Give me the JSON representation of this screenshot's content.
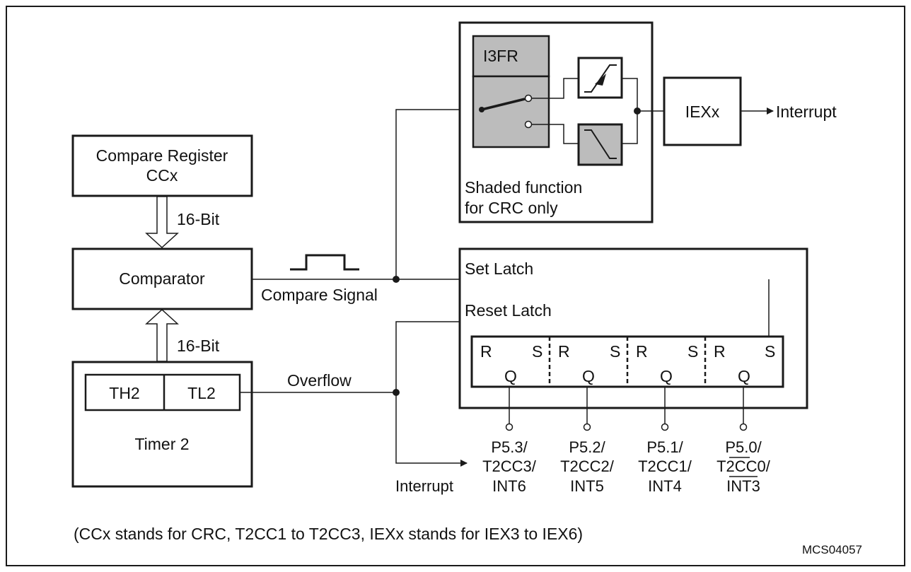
{
  "colors": {
    "shade": "#bcbcbc",
    "stroke": "#1a1a1a",
    "background": "#ffffff"
  },
  "blocks": {
    "compare_register": [
      "Compare Register",
      "CCx"
    ],
    "comparator": "Comparator",
    "timer2": {
      "th2": "TH2",
      "tl2": "TL2",
      "label": "Timer 2"
    },
    "i3fr": "I3FR",
    "shaded_note": [
      "Shaded function",
      "for CRC only"
    ],
    "iexx": "IEXx"
  },
  "signals": {
    "bus_top": "16-Bit",
    "bus_bottom": "16-Bit",
    "compare_signal": "Compare Signal",
    "overflow": "Overflow",
    "set_latch": "Set Latch",
    "reset_latch": "Reset Latch",
    "interrupt_top": "Interrupt",
    "interrupt_bottom": "Interrupt"
  },
  "latch": {
    "r": "R",
    "s": "S",
    "q": "Q"
  },
  "pins": [
    [
      "P5.3/",
      "T2CC3/",
      "INT6"
    ],
    [
      "P5.2/",
      "T2CC2/",
      "INT5"
    ],
    [
      "P5.1/",
      "T2CC1/",
      "INT4"
    ],
    [
      "P5.0/",
      "T2CC0/",
      "INT3"
    ]
  ],
  "footnote": "(CCx stands for CRC, T2CC1 to T2CC3, IEXx stands for IEX3 to IEX6)",
  "figure_id": "MCS04057"
}
